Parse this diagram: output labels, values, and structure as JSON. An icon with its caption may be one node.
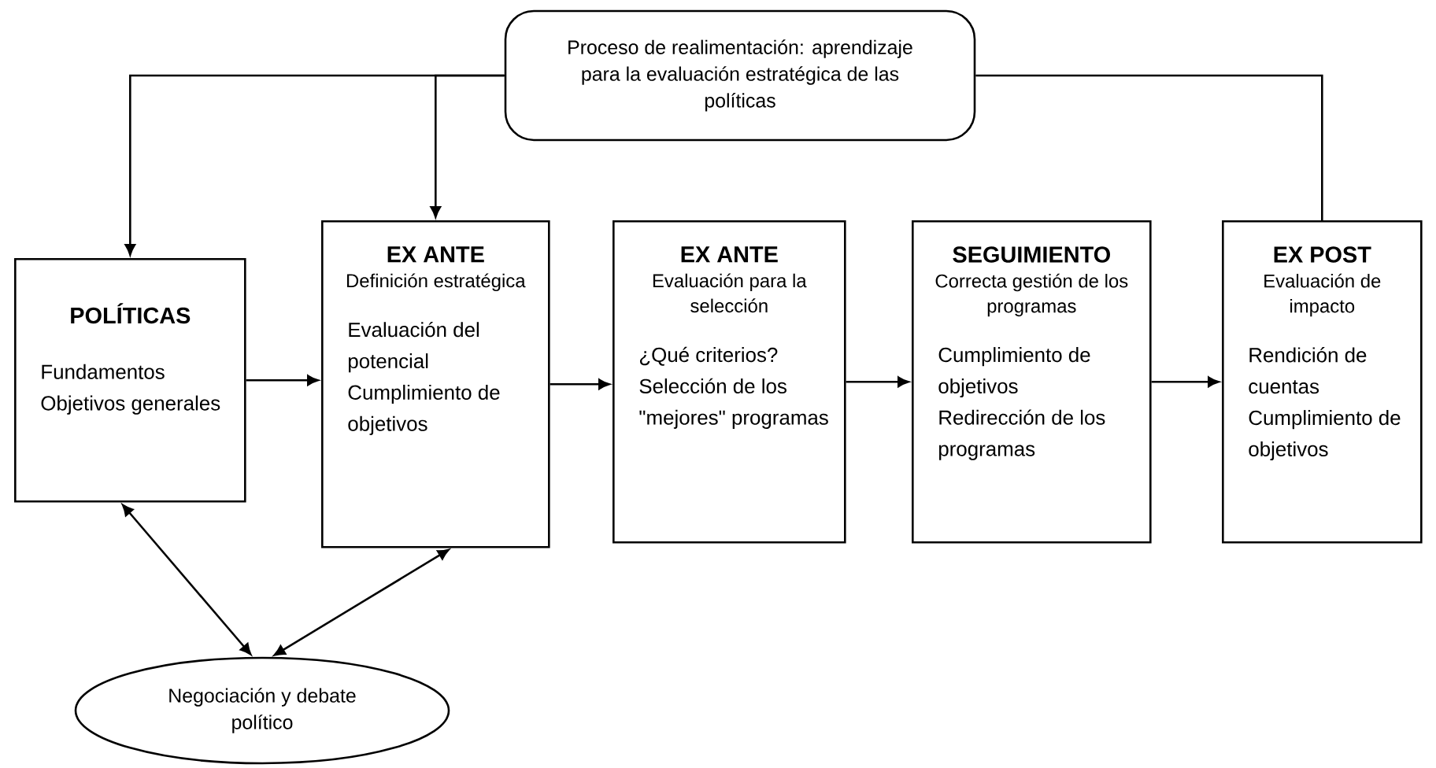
{
  "diagram": {
    "nodes": [
      {
        "text": [
          "Proceso de realimentación: aprendizaje para la evaluación estratégica de las políticas"
        ]
      },
      {
        "text": [
          "POLÍTICAS",
          "Fundamentos",
          "Objetivos generales"
        ]
      },
      {
        "text": [
          "EX ANTE",
          "Definición estratégica",
          "Evaluación del potencial",
          "Cumplimiento de objetivos"
        ]
      },
      {
        "text": [
          "EX ANTE",
          "Evaluación para la selección",
          "¿Qué criterios?",
          "Selección de los \"mejores\" programas"
        ]
      },
      {
        "text": [
          "SEGUIMIENTO",
          "Correcta gestión de los programas",
          "Cumplimiento de objetivos",
          "Redirección de los programas"
        ]
      },
      {
        "text": [
          "EX POST",
          "Evaluación de impacto",
          "Rendición de cuentas",
          "Cumplimiento de objetivos"
        ]
      },
      {
        "text": [
          "Negociación y debate político"
        ]
      }
    ],
    "edges": [
      {
        "from": 0,
        "to": 1,
        "arrow": "to"
      },
      {
        "from": 0,
        "to": 2,
        "arrow": "to"
      },
      {
        "from": 5,
        "to": 0,
        "arrow": "none"
      },
      {
        "from": 1,
        "to": 2,
        "arrow": "to"
      },
      {
        "from": 2,
        "to": 3,
        "arrow": "to"
      },
      {
        "from": 3,
        "to": 4,
        "arrow": "to"
      },
      {
        "from": 4,
        "to": 5,
        "arrow": "to"
      },
      {
        "from": 1,
        "to": 6,
        "arrow": "both"
      },
      {
        "from": 2,
        "to": 6,
        "arrow": "both"
      }
    ]
  }
}
